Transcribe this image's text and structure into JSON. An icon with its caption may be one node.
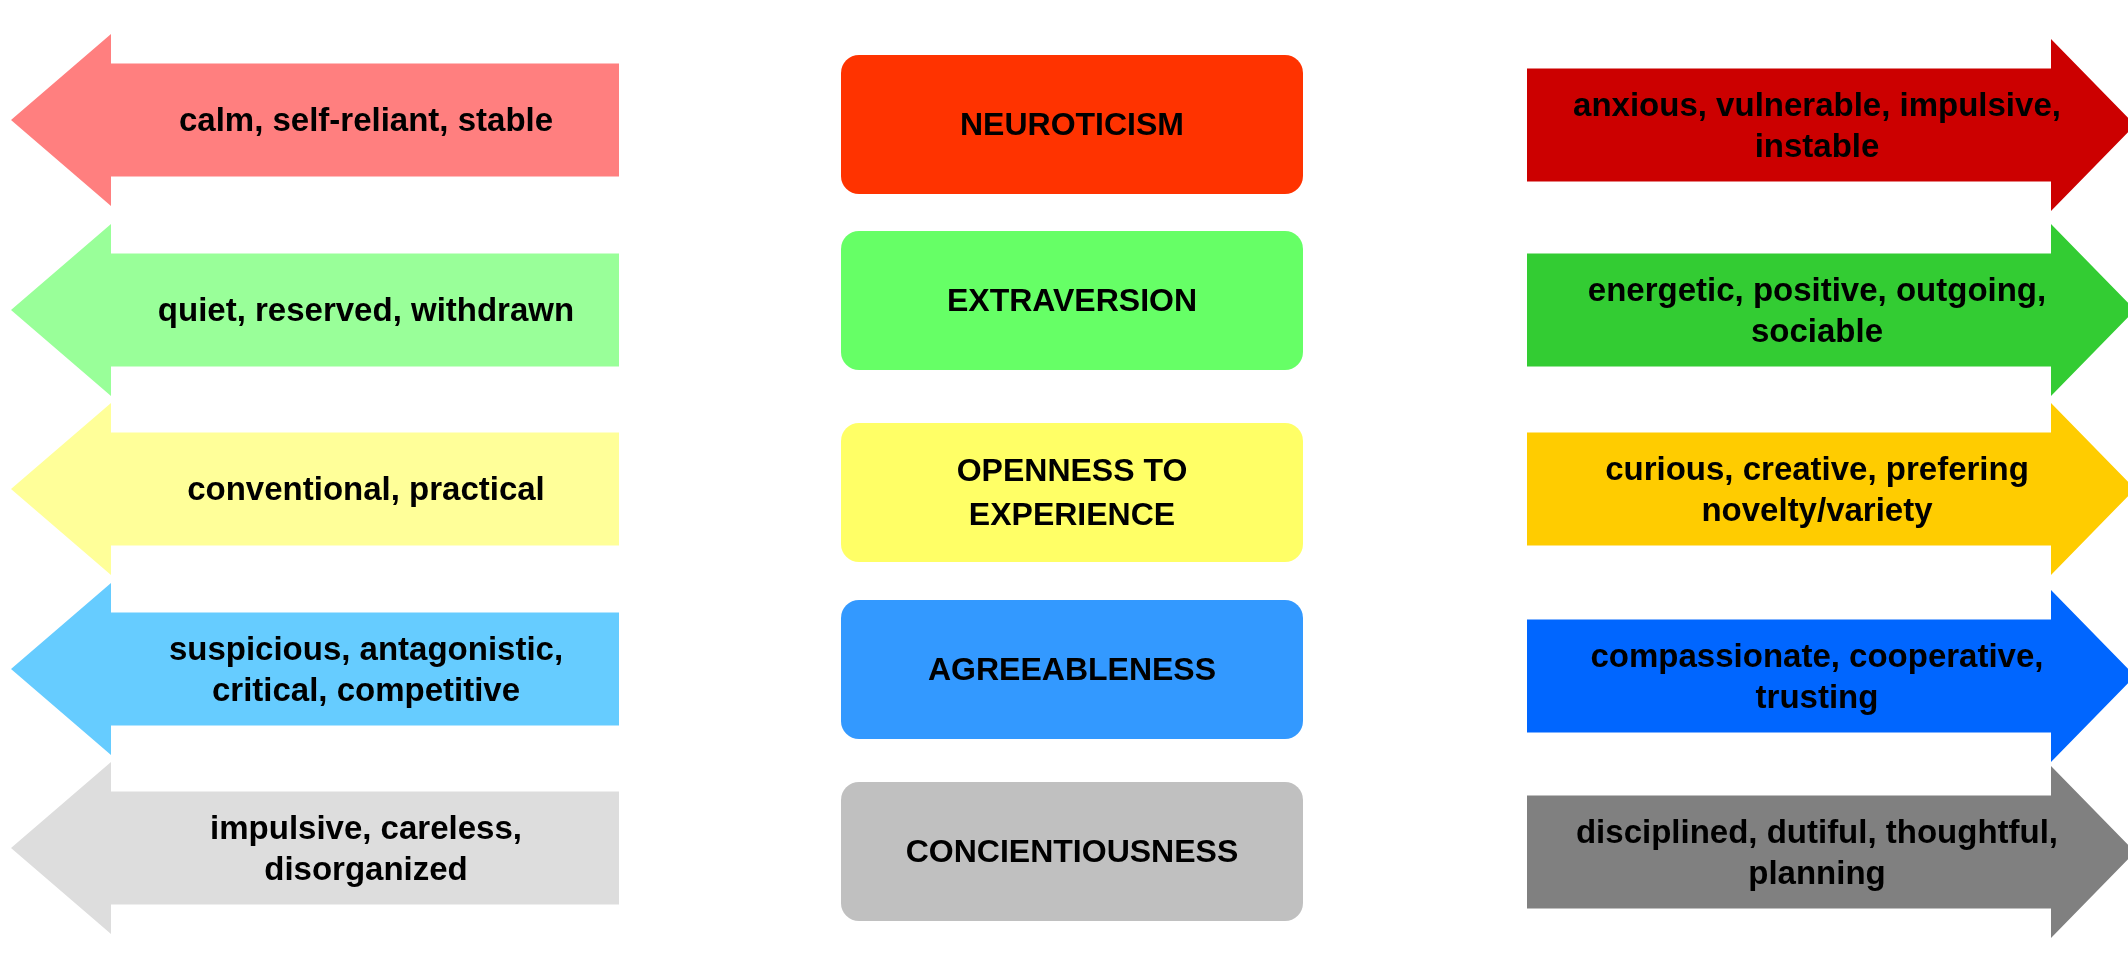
{
  "diagram": {
    "nodes": [
      {
        "text": [
          "calm, self-reliant, stable"
        ]
      },
      {
        "text": [
          "NEUROTICISM"
        ]
      },
      {
        "text": [
          "anxious, vulnerable, impulsive, instable"
        ]
      },
      {
        "text": [
          "quiet, reserved, withdrawn"
        ]
      },
      {
        "text": [
          "EXTRAVERSION"
        ]
      },
      {
        "text": [
          "energetic, positive, outgoing, sociable"
        ]
      },
      {
        "text": [
          "conventional, practical"
        ]
      },
      {
        "text": [
          "OPENNESS TO EXPERIENCE"
        ]
      },
      {
        "text": [
          "curious, creative, prefering novelty/variety"
        ]
      },
      {
        "text": [
          "suspicious, antagonistic, critical, competitive"
        ]
      },
      {
        "text": [
          "AGREEABLENESS"
        ]
      },
      {
        "text": [
          "compassionate, cooperative, trusting"
        ]
      },
      {
        "text": [
          "impulsive, careless, disorganized"
        ]
      },
      {
        "text": [
          "CONCIENTIOUSNESS"
        ]
      },
      {
        "text": [
          "disciplined, dutiful, thoughtful, planning"
        ]
      }
    ]
  }
}
